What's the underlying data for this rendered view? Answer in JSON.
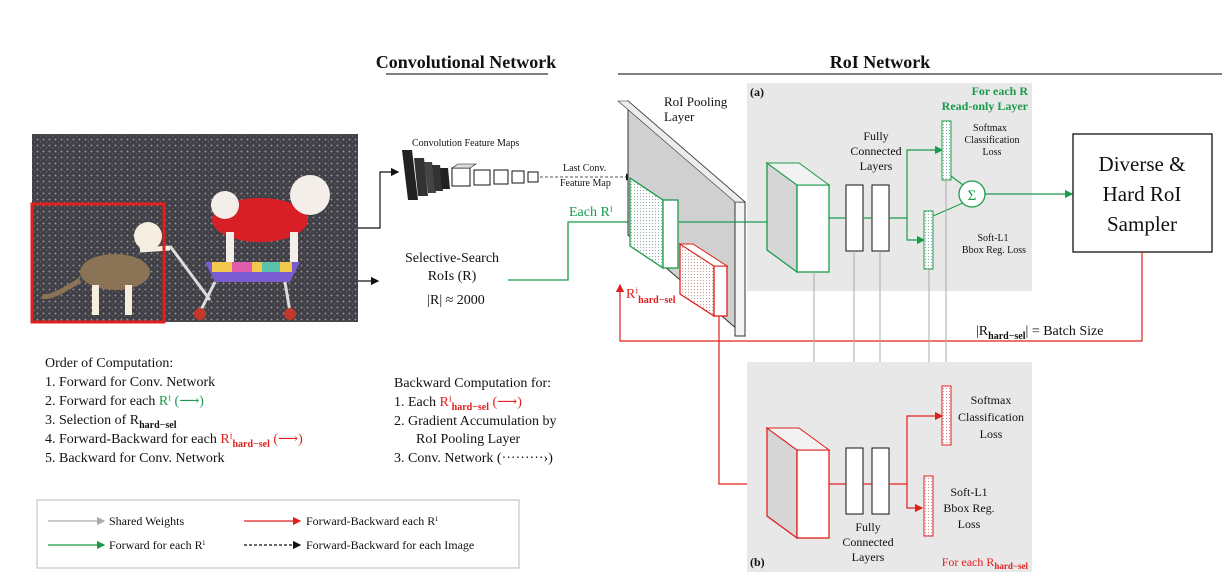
{
  "headers": {
    "conv": "Convolutional Network",
    "roi": "RoI Network"
  },
  "conv": {
    "feature_maps_label": "Convolution Feature Maps",
    "last_conv_line1": "Last Conv.",
    "last_conv_line2": "Feature Map",
    "ss_line1": "Selective-Search",
    "ss_line2": "RoIs (R)",
    "ss_count": "|R| ≈ 2000"
  },
  "roi_pool": {
    "label_line1": "RoI Pooling",
    "label_line2": "Layer",
    "each_ri": "Each Rⁱ",
    "hard_sel_r": "Rⁱ",
    "hard_sel_sub": "hard−sel"
  },
  "panel_a": {
    "tag": "(a)",
    "title_line1": "For each R",
    "title_line2": "Read-only Layer",
    "fc_line1": "Fully",
    "fc_line2": "Connected",
    "fc_line3": "Layers",
    "softmax_line1": "Softmax",
    "softmax_line2": "Classification",
    "softmax_line3": "Loss",
    "sum_symbol": "Σ",
    "bbox_line1": "Soft-L1",
    "bbox_line2": "Bbox Reg. Loss"
  },
  "sampler": {
    "line1": "Diverse &",
    "line2": "Hard RoI",
    "line3": "Sampler"
  },
  "batch": {
    "prefix": "|R",
    "sub": "hard−sel",
    "suffix": "| = Batch Size"
  },
  "panel_b": {
    "tag": "(b)",
    "fc_line1": "Fully",
    "fc_line2": "Connected",
    "fc_line3": "Layers",
    "softmax_line1": "Softmax",
    "softmax_line2": "Classification",
    "softmax_line3": "Loss",
    "bbox_line1": "Soft-L1",
    "bbox_line2": "Bbox Reg.",
    "bbox_line3": "Loss",
    "footer_prefix": "For each R",
    "footer_sub": "hard−sel"
  },
  "order": {
    "title": "Order of Computation:",
    "i1": "1.  Forward for Conv. Network",
    "i2a": "2.  Forward for each ",
    "i2b": "Rⁱ (⟶)",
    "i3a": "3.  Selection of R",
    "i3sub": "hard−sel",
    "i4a": "4.  Forward-Backward for each ",
    "i4b": "Rⁱ",
    "i4sub": "hard−sel",
    "i4c": " (⟶)",
    "i5": "5.  Backward for Conv. Network"
  },
  "backward": {
    "title": "Backward Computation for:",
    "i1a": "1.  Each ",
    "i1b": "Rⁱ",
    "i1sub": "hard−sel",
    "i1c": " (⟶)",
    "i2a": "2.  Gradient Accumulation by",
    "i2b": "RoI Pooling Layer",
    "i3": "3.  Conv. Network (·········›)"
  },
  "legend": {
    "shared": "Shared Weights",
    "fwd_each": "Forward for each Rⁱ",
    "fb_each": "Forward-Backward each Rⁱ",
    "fb_image": "Forward-Backward for each Image"
  },
  "colors": {
    "green": "#1a9b4b",
    "red": "#e0201c",
    "panel": "#e8e8e8",
    "shared": "#aaaaaa"
  }
}
